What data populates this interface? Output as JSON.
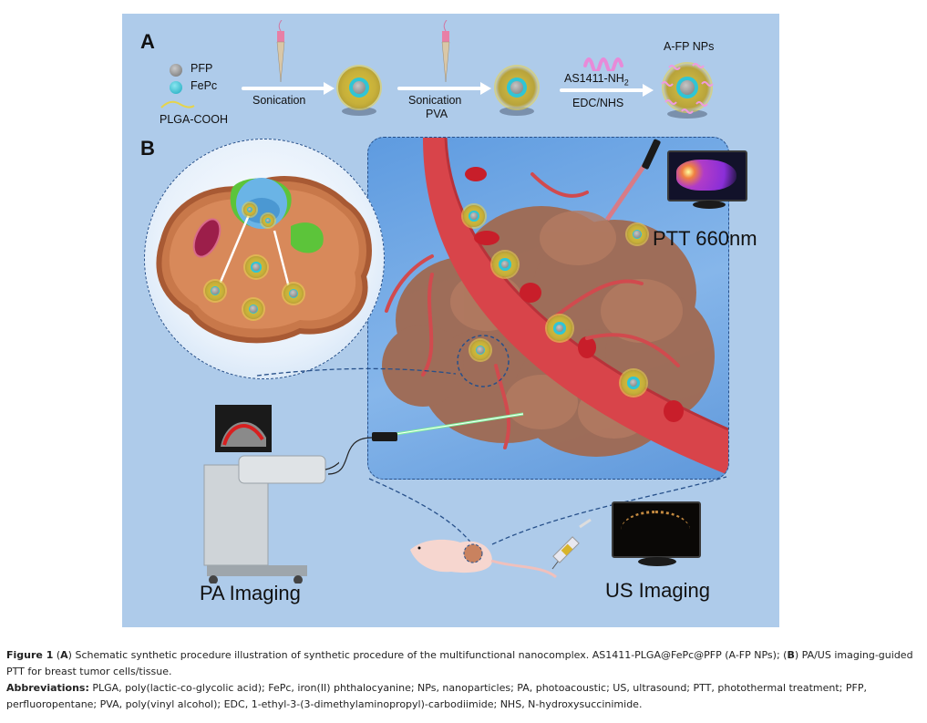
{
  "figure": {
    "panel_a": {
      "letter": "A",
      "legend": [
        {
          "label": "PFP",
          "color": "#8a8a8a"
        },
        {
          "label": "FePc",
          "color": "#2fc5d6"
        },
        {
          "label": "PLGA-COOH",
          "color": "#e6d44a"
        }
      ],
      "steps": [
        {
          "label_top": "",
          "label_bottom": "Sonication"
        },
        {
          "label_top": "",
          "label_bottom": "Sonication",
          "label_bottom2": "PVA"
        },
        {
          "label_top": "AS1411-NH2",
          "label_bottom": "EDC/NHS"
        }
      ],
      "product_label": "A-FP NPs"
    },
    "panel_b": {
      "letter": "B",
      "ptt_label": "PTT 660nm",
      "pa_label": "PA Imaging",
      "us_label": "US Imaging",
      "icons": [
        "cell-cross-section-icon",
        "tumor-vessel-icon",
        "laser-probe-icon",
        "thermal-monitor-icon",
        "ultrasound-machine-icon",
        "mouse-icon",
        "syringe-icon",
        "us-monitor-icon"
      ]
    }
  },
  "caption": {
    "figure_label": "Figure 1",
    "part_a_label": "A",
    "part_a_text": "Schematic synthetic procedure illustration of synthetic procedure of the multifunctional nanocomplex. AS1411-PLGA@FePc@PFP (A-FP NPs); ",
    "part_b_label": "B",
    "part_b_text": "PA/US imaging-guided PTT for breast tumor cells/tissue.",
    "abbrev_label": "Abbreviations:",
    "abbrev_text": "PLGA, poly(lactic-co-glycolic acid); FePc, iron(II) phthalocyanine; NPs, nanoparticles; PA, photoacoustic; US, ultrasound; PTT, photothermal treatment; PFP, perfluoropentane; PVA, poly(vinyl alcohol); EDC, 1-ethyl-3-(3-dimethylaminopropyl)-carbodiimide; NHS, N-hydroxysuccinimide."
  }
}
